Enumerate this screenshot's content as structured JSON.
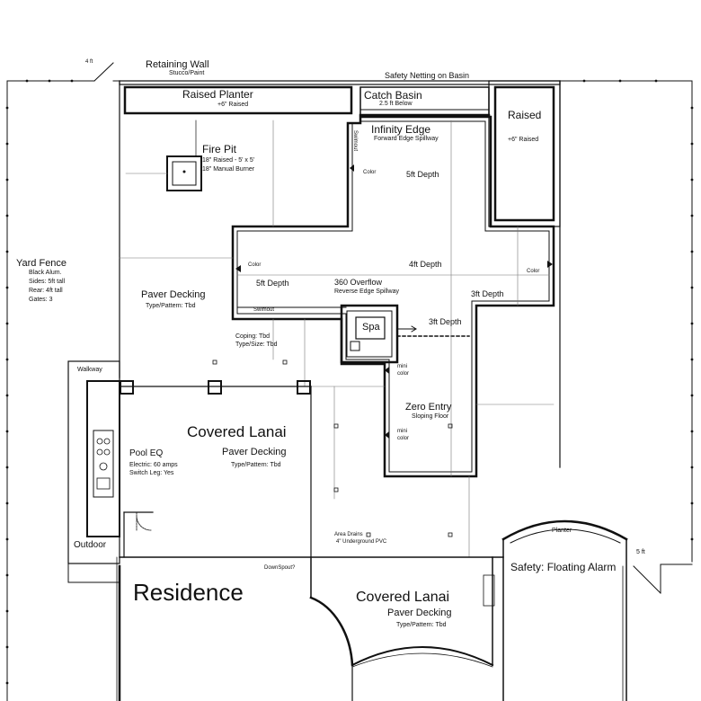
{
  "labels": {
    "fence_post_top": "4 ft",
    "retaining_wall": "Retaining Wall",
    "retaining_wall_sub": "Stucco/Paint",
    "safety_netting": "Safety Netting on Basin",
    "raised_planter": "Raised Planter",
    "raised_planter_sub": "+6\" Raised",
    "catch_basin": "Catch Basin",
    "catch_basin_sub": "2.5 ft Below",
    "raised_right": "Raised",
    "raised_right_sub": "+6\" Raised",
    "infinity_edge": "Infinity Edge",
    "infinity_edge_sub": "Forward Edge Spillway",
    "swimout_vertical": "Swimout",
    "color_1": "Color",
    "depth_5ft_top": "5ft Depth",
    "fire_pit": "Fire Pit",
    "fire_pit_sub1": "18\" Raised - 5' x 5'",
    "fire_pit_sub2": "18\" Manual Burner",
    "yard_fence": "Yard Fence",
    "yard_fence_1": "Black Alum.",
    "yard_fence_2": "Sides:  5ft tall",
    "yard_fence_3": "Rear:   4ft tall",
    "yard_fence_4": "Gates:  3",
    "color_2": "Color",
    "depth_4ft": "4ft Depth",
    "color_3": "Color",
    "paver_decking": "Paver Decking",
    "paver_decking_sub": "Type/Pattern:  Tbd",
    "depth_5ft_mid": "5ft Depth",
    "overflow_360": "360 Overflow",
    "overflow_360_sub": "Reverse Edge Spillway",
    "depth_3ft_right": "3ft Depth",
    "swimout_bottom": "Swimout",
    "spa": "Spa",
    "depth_3ft_spa": "3ft Depth",
    "coping": "Coping:  Tbd",
    "coping_sub": "Type/Size:  Tbd",
    "walkway": "Walkway",
    "mini_color_1a": "mini",
    "mini_color_1b": "color",
    "zero_entry": "Zero Entry",
    "zero_entry_sub": "Sloping Floor",
    "mini_color_2a": "mini",
    "mini_color_2b": "color",
    "covered_lanai_1": "Covered Lanai",
    "paver_decking_2": "Paver Decking",
    "paver_decking_2_sub": "Type/Pattern:  Tbd",
    "pool_eq": "Pool EQ",
    "pool_eq_sub1": "Electric:  60 amps",
    "pool_eq_sub2": "Switch Leg:  Yes",
    "area_drains": "Area Drains",
    "area_drains_sub": "4\" Underground PVC",
    "planter": "Planter",
    "fence_post_right": "5 ft",
    "outdoor": "Outdoor",
    "downspout": "DownSpout?",
    "safety": "Safety:  Floating Alarm",
    "residence": "Residence",
    "covered_lanai_2": "Covered Lanai",
    "paver_decking_3": "Paver Decking",
    "paver_decking_3_sub": "Type/Pattern:  Tbd"
  },
  "colors": {
    "line": "#111111",
    "dimension": "#777777",
    "background": "#ffffff"
  }
}
